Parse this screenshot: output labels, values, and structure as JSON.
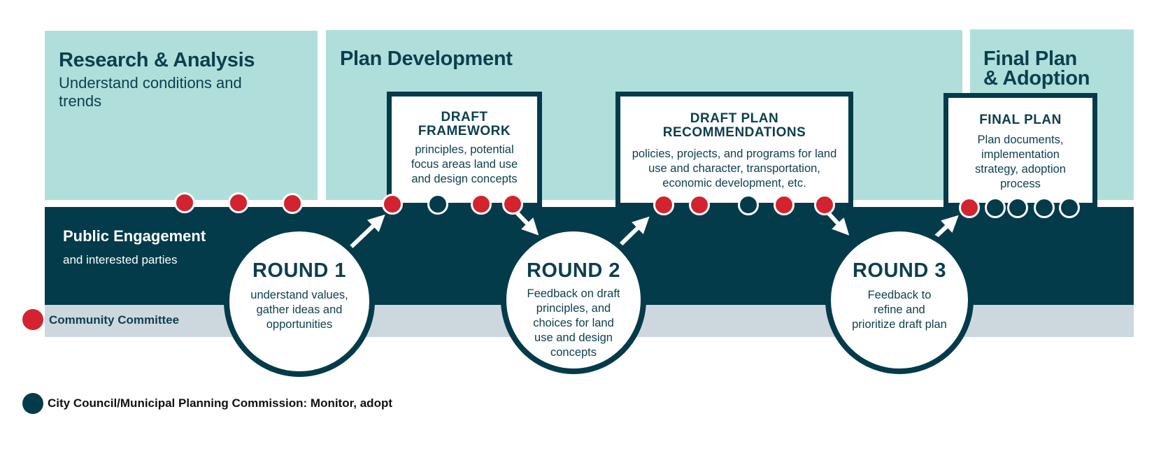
{
  "colors": {
    "teal": "#b0dfdb",
    "navy": "#033b4a",
    "red": "#d3232e",
    "grey_band": "#cdd8de"
  },
  "phases": {
    "research": {
      "title": "Research & Analysis",
      "subtitle": "Understand conditions and trends"
    },
    "plan_development": {
      "title": "Plan Development"
    },
    "final": {
      "title_line1": "Final Plan",
      "title_line2": "& Adoption"
    }
  },
  "boxes": {
    "draft_framework": {
      "title_line1": "DRAFT",
      "title_line2": "FRAMEWORK",
      "text": "principles, potential focus areas land use and design concepts"
    },
    "draft_plan": {
      "title_line1": "DRAFT PLAN",
      "title_line2": "RECOMMENDATIONS",
      "text": "policies, projects, and programs for land use and character, transportation, economic development, etc."
    },
    "final_plan": {
      "title": "FINAL PLAN",
      "text": "Plan documents, implementation strategy, adoption process"
    }
  },
  "engagement": {
    "title": "Public Engagement",
    "subtitle": "and interested parties"
  },
  "rounds": [
    {
      "title": "ROUND 1",
      "text": "understand values, gather ideas and opportunities"
    },
    {
      "title": "ROUND 2",
      "text": "Feedback on draft principles, and choices for land use and design concepts"
    },
    {
      "title": "ROUND 3",
      "text": "Feedback to refine and prioritize draft plan"
    }
  ],
  "legend": {
    "community": "Community Committee",
    "council": "City Council/Municipal Planning Commission: Monitor, adopt"
  },
  "icons": {
    "community_dot": "red-dot-icon",
    "council_dot": "navy-dot-icon",
    "arrow": "diagonal-arrow-icon"
  }
}
